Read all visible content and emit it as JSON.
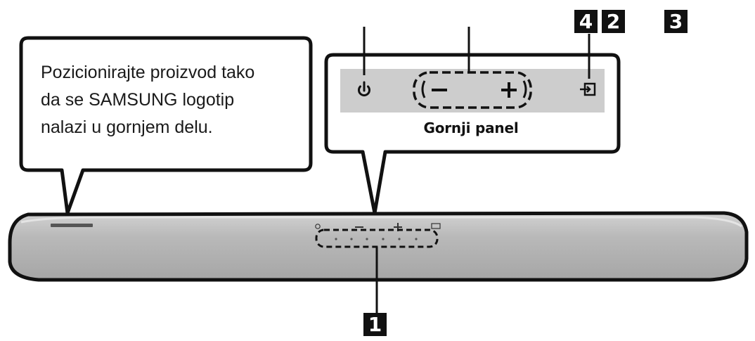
{
  "callout": {
    "lines": [
      "Pozicionirajte proizvod tako",
      "da se SAMSUNG logotip",
      "nalazi u gornjem delu."
    ]
  },
  "panel": {
    "title": "Gornji panel",
    "icons": [
      "power-icon",
      "volume-minus-icon",
      "volume-plus-icon",
      "source-input-icon"
    ]
  },
  "badges": {
    "one": "1",
    "two": "2",
    "three": "3",
    "four": "4"
  },
  "colors": {
    "soundbar_top": "#c9c9c9",
    "soundbar_body": "#a9a9a9",
    "panel_strip": "#cdcdcd",
    "outline": "#111111"
  }
}
